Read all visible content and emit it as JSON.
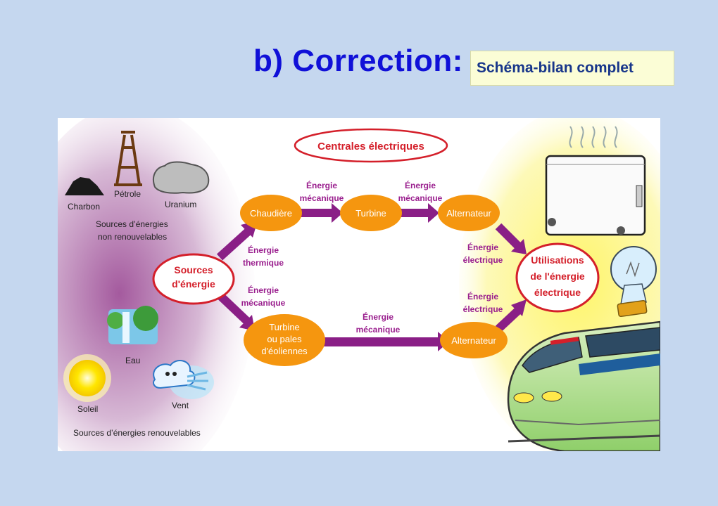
{
  "header": {
    "title": "b) Correction:",
    "subtitle": "Schéma-bilan complet"
  },
  "sources": {
    "non_renewable": [
      "Charbon",
      "Pétrole",
      "Uranium"
    ],
    "non_renewable_caption_1": "Sources d’énergies",
    "non_renewable_caption_2": "non renouvelables",
    "renewable": [
      "Eau",
      "Soleil",
      "Vent"
    ],
    "renewable_caption": "Sources d’énergies renouvelables"
  },
  "diagram": {
    "plants_label": "Centrales électriques",
    "sources_label_1": "Sources",
    "sources_label_2": "d'énergie",
    "uses_label_1": "Utilisations",
    "uses_label_2": "de l'énergie",
    "uses_label_3": "électrique",
    "nodes": {
      "chaudiere": "Chaudière",
      "turbine": "Turbine",
      "alternateur_top": "Alternateur",
      "turbine_bottom_1": "Turbine",
      "turbine_bottom_2": "ou pales",
      "turbine_bottom_3": "d'éoliennes",
      "alternateur_bottom": "Alternateur"
    },
    "energies": {
      "thermique_1": "Énergie",
      "thermique_2": "thermique",
      "meca_src_1": "Énergie",
      "meca_src_2": "mécanique",
      "meca_top1_1": "Énergie",
      "meca_top1_2": "mécanique",
      "meca_top2_1": "Énergie",
      "meca_top2_2": "mécanique",
      "meca_bottom_1": "Énergie",
      "meca_bottom_2": "mécanique",
      "elec_top_1": "Énergie",
      "elec_top_2": "électrique",
      "elec_bottom_1": "Énergie",
      "elec_bottom_2": "électrique"
    }
  },
  "colors": {
    "title": "#1010d8",
    "node_fill": "#f5960f",
    "arrow": "#8a1f86",
    "energy_text": "#9a1f8e",
    "red_outline": "#d41f2a"
  }
}
